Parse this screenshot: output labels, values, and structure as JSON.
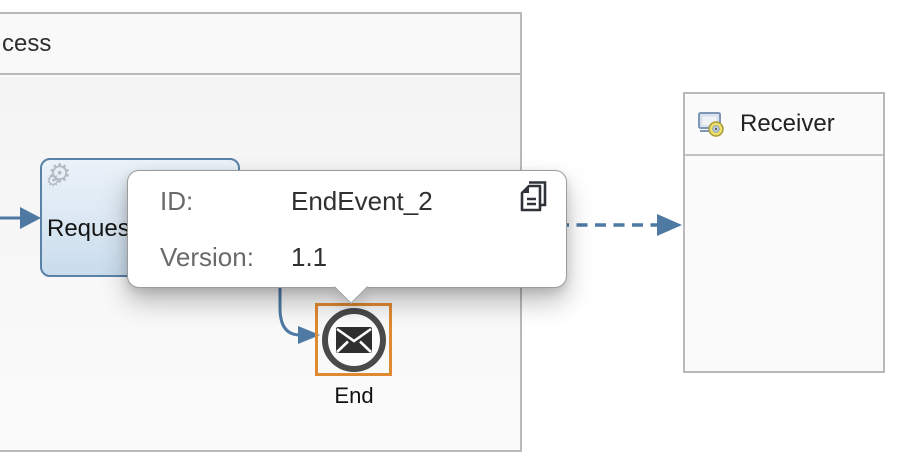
{
  "process": {
    "header_label": "cess"
  },
  "task": {
    "label": "Reques",
    "icon": "gears-icon"
  },
  "end_event": {
    "label": "End",
    "icon": "message-envelope-icon"
  },
  "receiver": {
    "label": "Receiver",
    "icon": "system-monitor-disc-icon"
  },
  "tooltip": {
    "id_label": "ID:",
    "id_value": "EndEvent_2",
    "version_label": "Version:",
    "version_value": "1.1",
    "copy_icon": "copy-icon"
  },
  "icons": {
    "gear_glyph": "⚙"
  },
  "colors": {
    "connector_blue": "#4E79A3",
    "selection_orange": "#DF8930",
    "task_border_blue": "#5A82A8",
    "task_fill_top": "#EBF2F9",
    "task_fill_bottom": "#C9DCEC",
    "pool_border_gray": "#B9B9B9",
    "event_ring_gray": "#4A4A4A",
    "tooltip_label_gray": "#6A6A6A",
    "tooltip_value_dark": "#303030"
  }
}
